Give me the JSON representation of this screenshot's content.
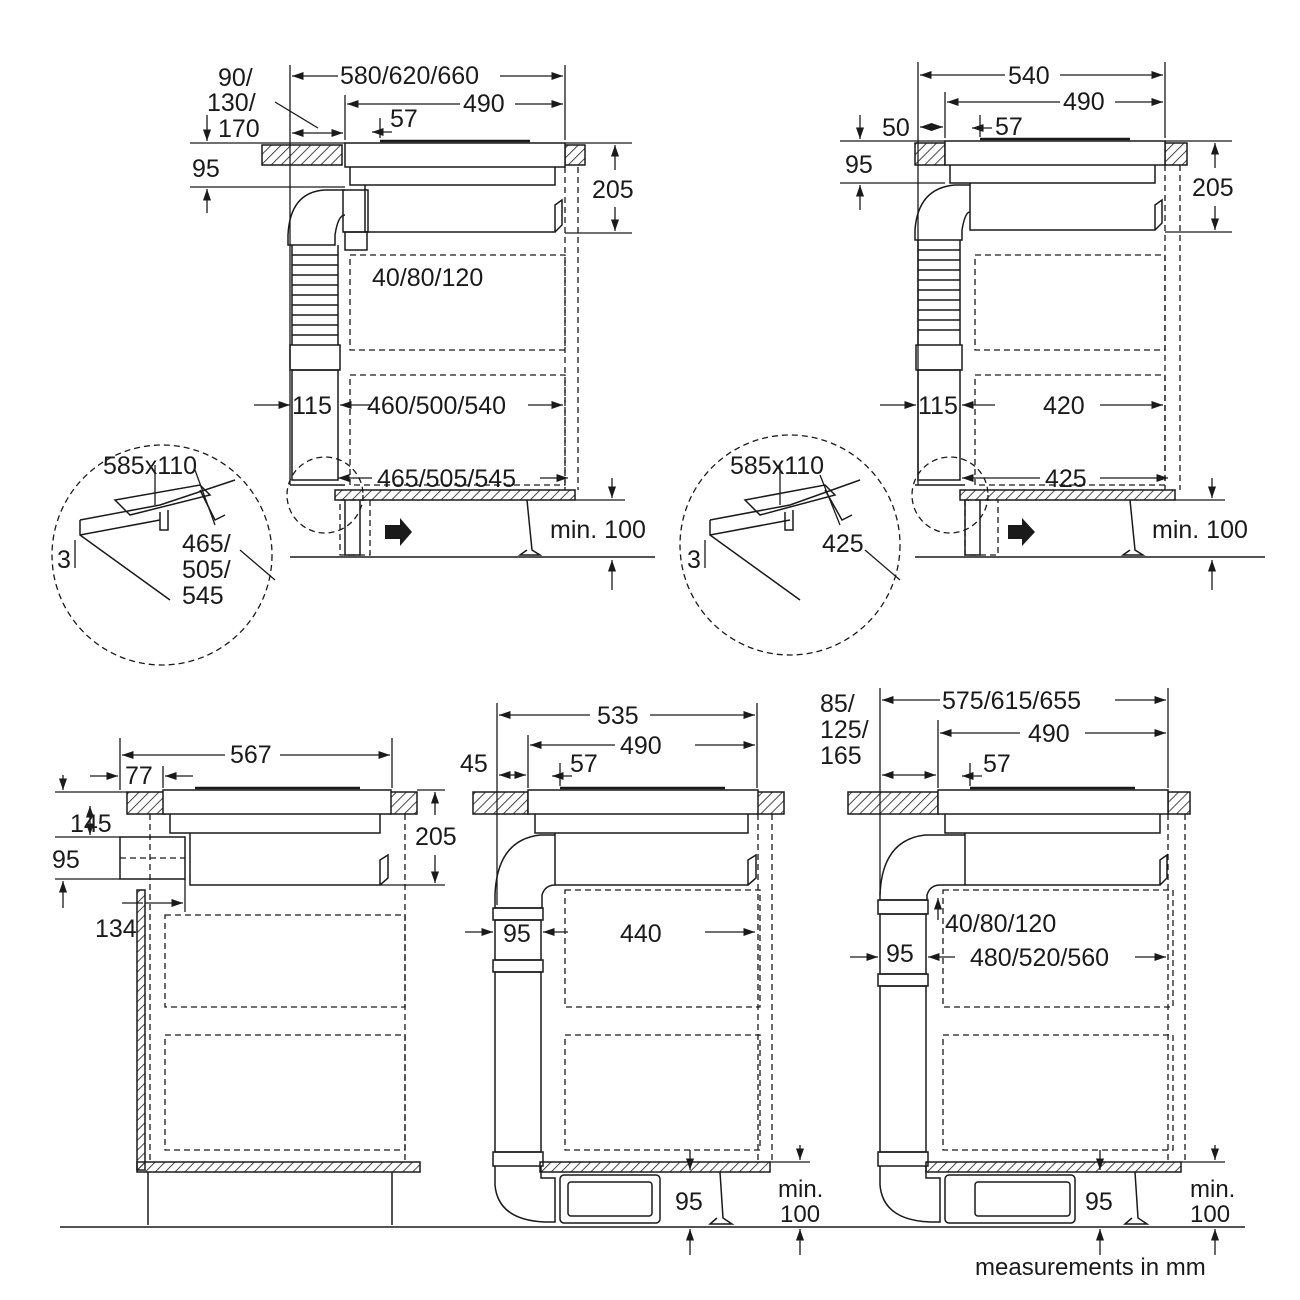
{
  "diagram_a": {
    "w_total": "580/620/660",
    "w_hob": "490",
    "gap_side": [
      "90/",
      "130/",
      "170"
    ],
    "inset": "57",
    "d_top": "95",
    "h_hob": "205",
    "duct_gap": "40/80/120",
    "duct_w": "115",
    "inner_w": "460/500/540",
    "cut_w": "465/505/545",
    "detail_size": "585x110",
    "detail_depth": "3",
    "detail_w": [
      "465/",
      "505/",
      "545"
    ],
    "plinth": "min. 100"
  },
  "diagram_b": {
    "w_total": "540",
    "w_hob": "490",
    "gap_side": "50",
    "inset": "57",
    "d_top": "95",
    "h_hob": "205",
    "duct_w": "115",
    "inner_w": "420",
    "cut_w": "425",
    "detail_size": "585x110",
    "detail_depth": "3",
    "detail_w": "425",
    "plinth": "min. 100"
  },
  "diagram_c": {
    "w_total": "567",
    "offset": "77",
    "d_top": "145",
    "d_duct": "95",
    "h_hob": "205",
    "duct_len": "134"
  },
  "diagram_d": {
    "w_total": "535",
    "w_hob": "490",
    "gap_side": "45",
    "inset": "57",
    "duct_w": "95",
    "inner_w": "440",
    "h_base": "95",
    "plinth": [
      "min.",
      "100"
    ]
  },
  "diagram_e": {
    "w_total": "575/615/655",
    "w_hob": "490",
    "gap_side": [
      "85/",
      "125/",
      "165"
    ],
    "inset": "57",
    "duct_gap": "40/80/120",
    "duct_w": "95",
    "inner_w": "480/520/560",
    "h_base": "95",
    "plinth": [
      "min.",
      "100"
    ]
  },
  "footer": "measurements in mm"
}
